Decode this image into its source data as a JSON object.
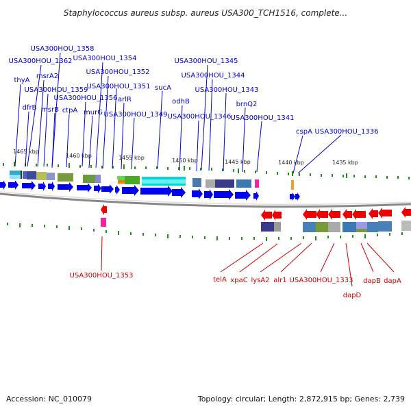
{
  "title": "Staphylococcus aureus subsp. aureus USA300_TCH1516, complete...",
  "footer": {
    "accession": "Accession: NC_010079",
    "summary": "Topology: circular; Length: 2,872,915 bp; Genes: 2,739"
  },
  "scale_ticks": [
    "1465 kbp",
    "1460 kbp",
    "1455 kbp",
    "1450 kbp",
    "1445 kbp",
    "1440 kbp",
    "1435 kbp"
  ],
  "genes_forward": [
    "USA300HOU_1358",
    "USA300HOU_1362",
    "USA300HOU_1354",
    "msrA2",
    "USA300HOU_1352",
    "thyA",
    "USA300HOU_1359",
    "USA300HOU_1351",
    "sucA",
    "USA300HOU_1356",
    "arlR",
    "dfrB",
    "msrB",
    "ctpA",
    "murG",
    "USA300HOU_1349",
    "USA300HOU_1345",
    "USA300HOU_1344",
    "USA300HOU_1343",
    "odhB",
    "brnQ2",
    "USA300HOU_1346",
    "USA300HOU_1341",
    "cspA",
    "USA300HOU_1336"
  ],
  "genes_reverse": [
    "USA300HOU_1353",
    "telA",
    "xpaC",
    "lysA2",
    "alr1",
    "USA300HOU_1333",
    "dapB",
    "dapA",
    "dapD"
  ],
  "colors": {
    "forward": "#0000ff",
    "reverse": "#ff0000",
    "tick": "#228b22",
    "backbone": "#888888"
  }
}
